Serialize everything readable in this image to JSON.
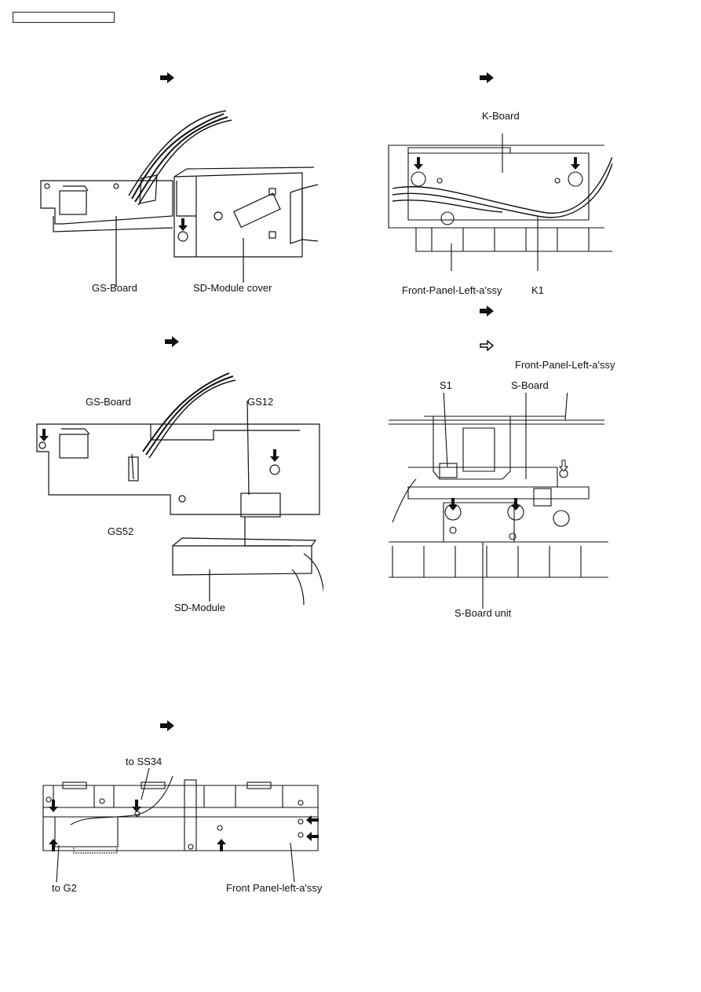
{
  "page": {
    "header_box": ""
  },
  "figures": {
    "fig1": {
      "labels": {
        "gs_board": "GS-Board",
        "sd_module_cover": "SD-Module cover"
      }
    },
    "fig2": {
      "labels": {
        "gs_board": "GS-Board",
        "gs12": "GS12",
        "gs52": "GS52",
        "sd_module": "SD-Module"
      }
    },
    "fig3": {
      "labels": {
        "to_ss34": "to SS34",
        "to_g2": "to G2",
        "front_panel": "Front Panel-left-a'ssy"
      }
    },
    "fig4": {
      "labels": {
        "k_board": "K-Board",
        "front_panel": "Front-Panel-Left-a'ssy",
        "k1": "K1"
      }
    },
    "fig5": {
      "labels": {
        "front_panel": "Front-Panel-Left-a'ssy",
        "s1": "S1",
        "s_board": "S-Board",
        "s_board_unit": "S-Board unit"
      }
    }
  },
  "icons": {
    "step_arrow": "solid-right-arrow-icon",
    "step_arrow_outline": "outline-right-arrow-icon",
    "screw_pointer": "down-arrow-icon"
  }
}
